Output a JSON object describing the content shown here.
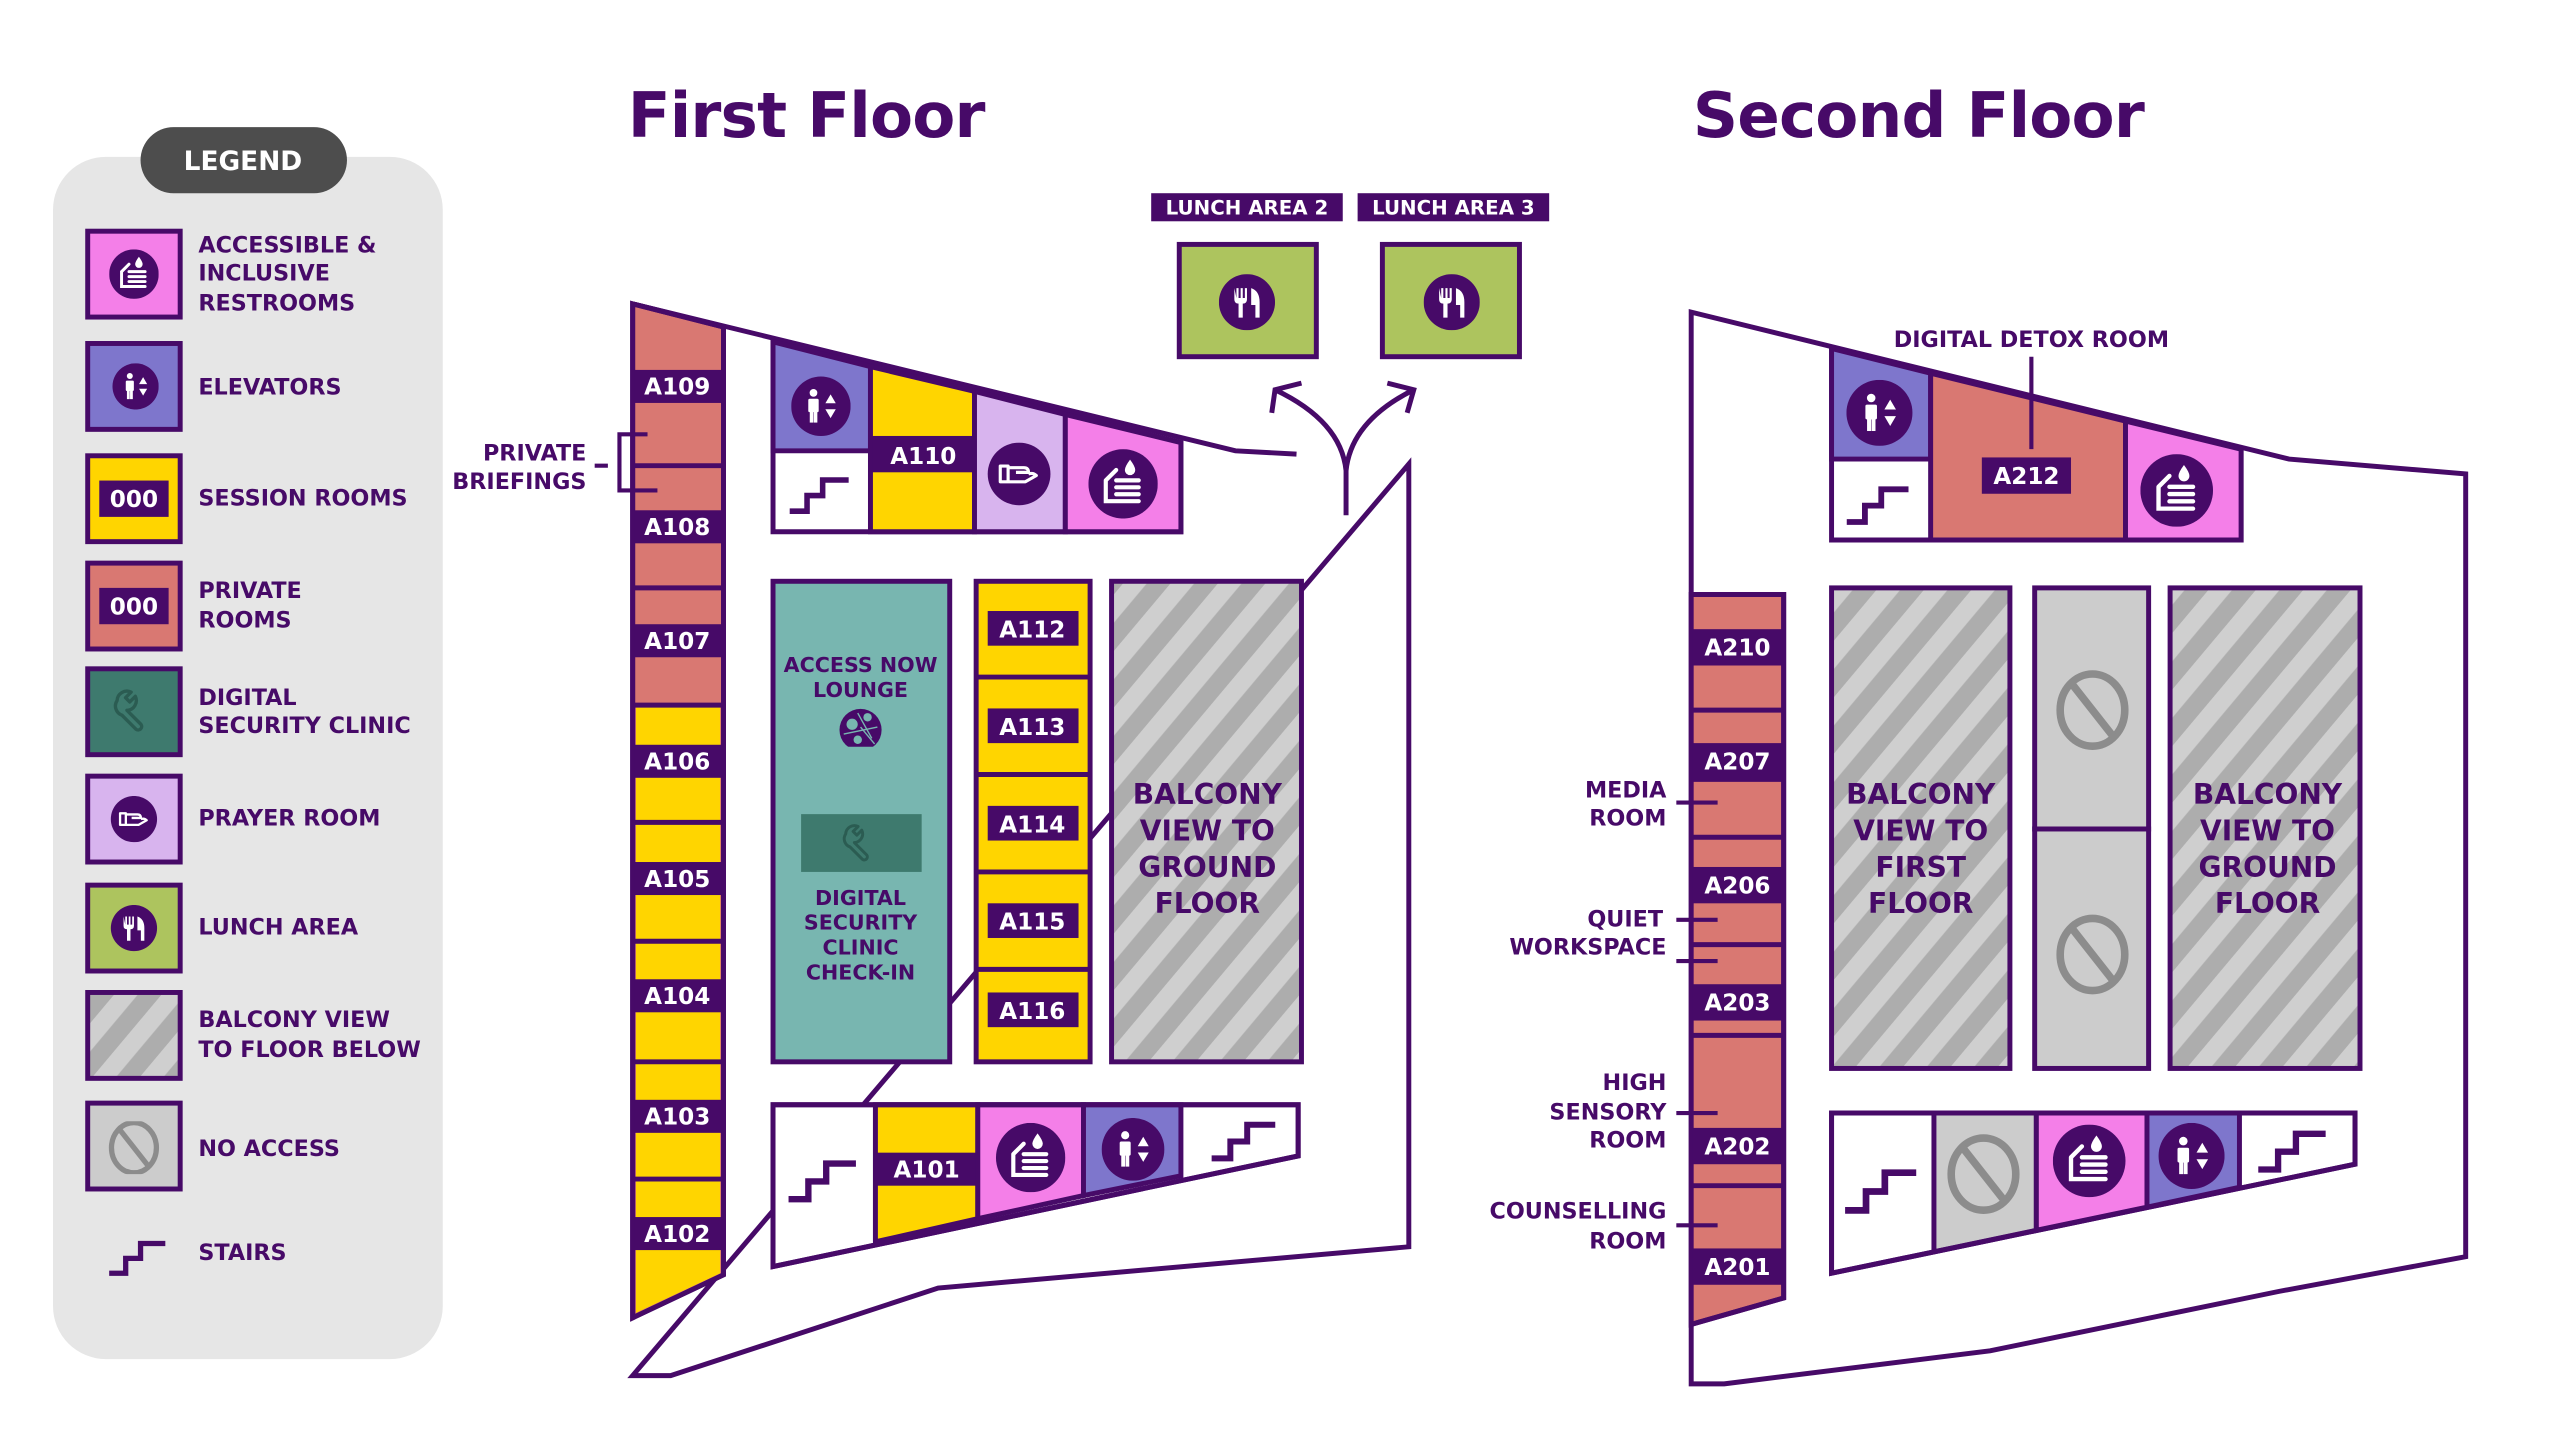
{
  "colors": {
    "ink": "#470a68",
    "restroom": "#f47fe8",
    "elevator": "#7e76cc",
    "session": "#ffd500",
    "private": "#d97872",
    "digital_security": "#3e7a6e",
    "lounge": "#78b6b0",
    "prayer": "#d8b4ee",
    "lunch": "#adc45e",
    "balcony_dark": "#adadad",
    "balcony_light": "#cfcfcf",
    "no_access": "#cccccc",
    "legend_bg": "#e6e6e6",
    "legend_pill": "#4d4d4d"
  },
  "legend": {
    "title": "LEGEND",
    "items": [
      {
        "icon": "restroom-icon",
        "lines": [
          "ACCESSIBLE &",
          "INCLUSIVE",
          "RESTROOMS"
        ]
      },
      {
        "icon": "elevator-icon",
        "lines": [
          "ELEVATORS"
        ]
      },
      {
        "icon": "room-number-badge",
        "badge": "000",
        "lines": [
          "SESSION ROOMS"
        ]
      },
      {
        "icon": "room-number-badge",
        "badge": "000",
        "lines": [
          "PRIVATE",
          "ROOMS"
        ]
      },
      {
        "icon": "wrench-icon",
        "lines": [
          "DIGITAL",
          "SECURITY CLINIC"
        ]
      },
      {
        "icon": "prayer-hand-icon",
        "lines": [
          "PRAYER ROOM"
        ]
      },
      {
        "icon": "cutlery-icon",
        "lines": [
          "LUNCH AREA"
        ]
      },
      {
        "icon": "hatch-pattern",
        "lines": [
          "BALCONY VIEW",
          "TO FLOOR BELOW"
        ]
      },
      {
        "icon": "no-access-icon",
        "lines": [
          "NO ACCESS"
        ]
      },
      {
        "icon": "stairs-icon",
        "lines": [
          "STAIRS"
        ]
      }
    ]
  },
  "first_floor": {
    "title": "First Floor",
    "lunch_areas": [
      "LUNCH AREA 2",
      "LUNCH AREA 3"
    ],
    "west_rooms": [
      "A109",
      "A108",
      "A107",
      "A106",
      "A105",
      "A104",
      "A103",
      "A102"
    ],
    "private_briefings": [
      "PRIVATE",
      "BRIEFINGS"
    ],
    "north_room": "A110",
    "center_rooms": [
      "A112",
      "A113",
      "A114",
      "A115",
      "A116"
    ],
    "lounge": [
      "ACCESS NOW",
      "LOUNGE"
    ],
    "clinic": [
      "DIGITAL",
      "SECURITY",
      "CLINIC",
      "CHECK-IN"
    ],
    "balcony": [
      "BALCONY",
      "VIEW TO",
      "GROUND",
      "FLOOR"
    ],
    "south_room": "A101"
  },
  "second_floor": {
    "title": "Second Floor",
    "detox_label": "DIGITAL DETOX ROOM",
    "north_room": "A212",
    "west_rooms": [
      "A210",
      "A207",
      "A206",
      "A203",
      "A202",
      "A201"
    ],
    "callouts": {
      "media": [
        "MEDIA",
        "ROOM"
      ],
      "quiet": [
        "QUIET",
        "WORKSPACE"
      ],
      "sensory": [
        "HIGH",
        "SENSORY",
        "ROOM"
      ],
      "counselling": [
        "COUNSELLING",
        "ROOM"
      ]
    },
    "balcony_first": [
      "BALCONY",
      "VIEW TO",
      "FIRST",
      "FLOOR"
    ],
    "balcony_ground": [
      "BALCONY",
      "VIEW TO",
      "GROUND",
      "FLOOR"
    ]
  }
}
